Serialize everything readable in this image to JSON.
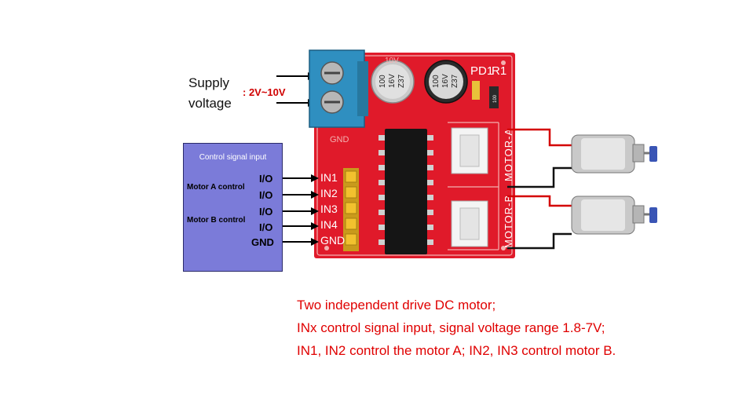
{
  "supply": {
    "line1": "Supply",
    "line2": "voltage",
    "range": ": 2V~10V"
  },
  "control_panel": {
    "title": "Control signal input",
    "motor_a": "Motor A  control",
    "motor_b": "Motor B control",
    "pins": [
      "I/O",
      "I/O",
      "I/O",
      "I/O",
      "GND"
    ]
  },
  "board": {
    "pin_labels": [
      "IN1",
      "IN2",
      "IN3",
      "IN4",
      "GND"
    ],
    "gnd_label": "GND",
    "cap1": [
      "100",
      "16V",
      "Z37"
    ],
    "cap2": [
      "100",
      "16V",
      "Z37"
    ],
    "pd1": "PD1",
    "r1": "R1",
    "resistor_code": "100",
    "voltage_mark": "10V",
    "motor_a": "MOTOR-A",
    "motor_b": "MOTOR-B"
  },
  "description": [
    "Two independent drive DC motor;",
    "INx control signal input, signal voltage range 1.8-7V;",
    "IN1, IN2 control the motor A; IN2, IN3 control motor B."
  ],
  "colors": {
    "board": "#e01a2a",
    "panel": "#7b7bd9",
    "text_red": "#e00000",
    "terminal": "#2f8fc0",
    "header_pins": "#f2c12e"
  }
}
